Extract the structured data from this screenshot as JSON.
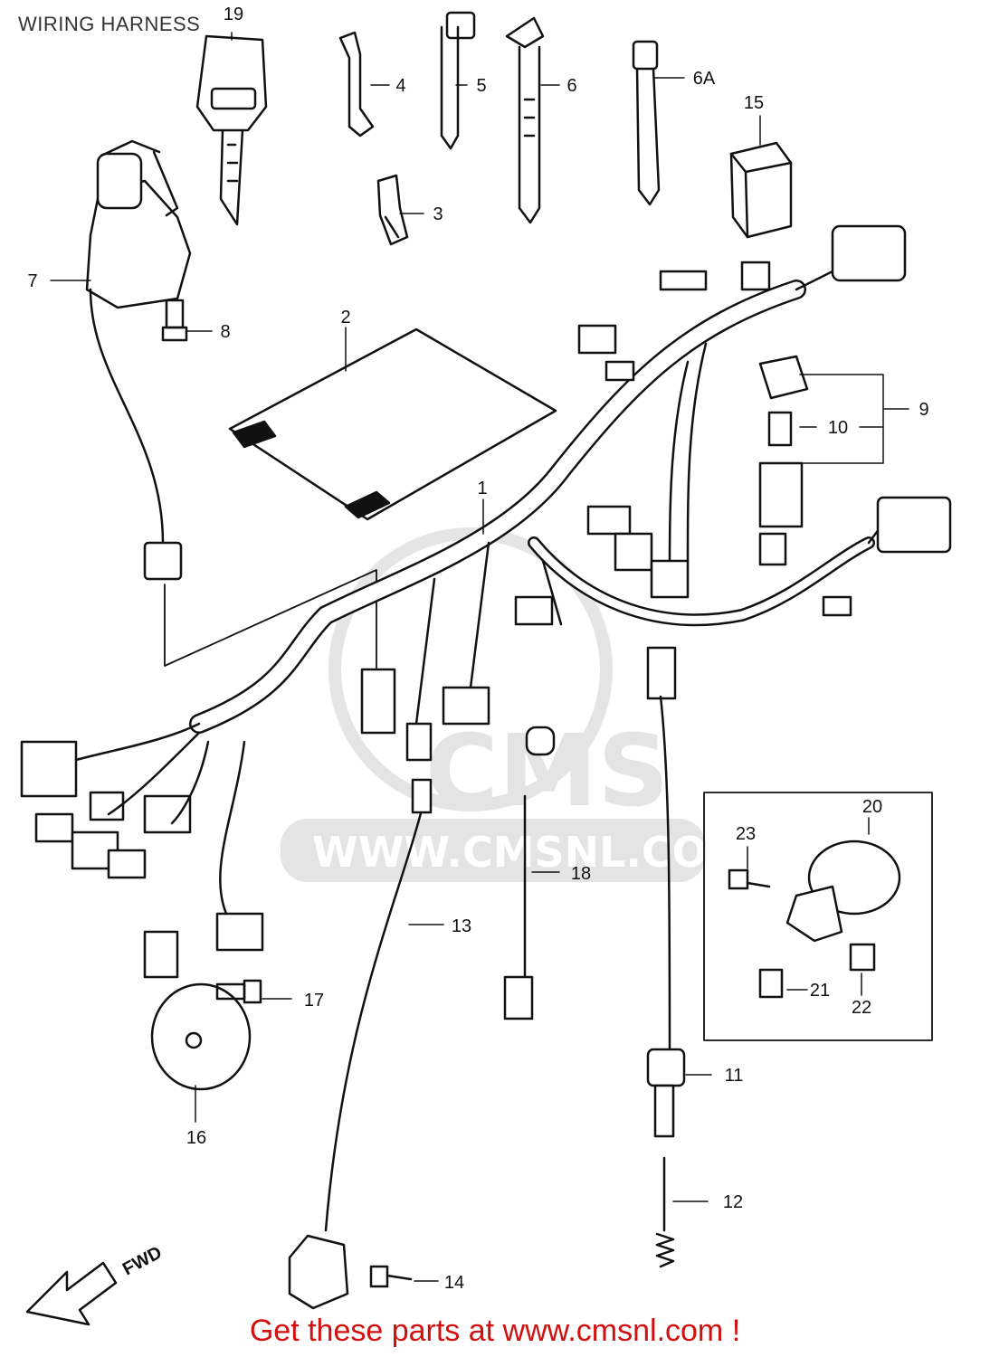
{
  "title": "WIRING HARNESS",
  "footer": "Get these parts at www.cmsnl.com !",
  "direction_label": "FWD",
  "watermark": {
    "logo": "CMS",
    "url": "WWW.CMSNL.COM"
  },
  "callouts": {
    "c1": "1",
    "c2": "2",
    "c3": "3",
    "c4": "4",
    "c5": "5",
    "c6": "6",
    "c6a": "6A",
    "c7": "7",
    "c8": "8",
    "c9": "9",
    "c10": "10",
    "c11": "11",
    "c12": "12",
    "c13": "13",
    "c14": "14",
    "c15": "15",
    "c16": "16",
    "c17": "17",
    "c18": "18",
    "c19": "19",
    "c20": "20",
    "c21": "21",
    "c22": "22",
    "c23": "23"
  },
  "colors": {
    "line": "#111111",
    "footer": "#d21010",
    "watermark": "#cfcfcf"
  }
}
